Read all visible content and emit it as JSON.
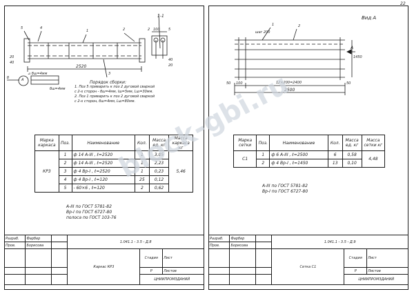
{
  "page_number": "22",
  "left": {
    "drawing": {
      "section_label": "1-1",
      "callouts": [
        "5",
        "4",
        "1",
        "2",
        "2",
        "3",
        "5"
      ],
      "dim_left_a": "20",
      "dim_left_b": "40",
      "dim_total": "2520",
      "dim_right_a": "40",
      "dim_right_b": "20",
      "dim_section": "100",
      "weld_label": "⊿ бш=4мм",
      "detail_letter": "А",
      "detail_lbl": "б",
      "detail_dim": "бш=4мм"
    },
    "assembly_notes": {
      "title": "Порядок сборки:",
      "lines": [
        "1. Поз 5 приварить к поз 2 дуговой сваркой",
        "с 2-х сторон - бш=4мм, lш=5мм, Lш=30мм.",
        "2. Поз 1 приварить к поз 2 дуговой сваркой",
        "с 2-х сторон, бш=4мм, Lш=80мм."
      ]
    },
    "spec": {
      "headers": [
        "Марка каркаса",
        "Поз.",
        "Наименование",
        "Кол.",
        "Масса ед. кг",
        "Масса каркаса кг"
      ],
      "mark": "КР3",
      "total_mass": "5,46",
      "rows": [
        {
          "pos": "1",
          "name": "ф 14 А-III , ℓ=2520",
          "qty": "1",
          "mass": "3,05"
        },
        {
          "pos": "2",
          "name": "ф 14 А-III , ℓ=2520",
          "qty": "1",
          "mass": "2,23"
        },
        {
          "pos": "3",
          "name": "ф 4 Вр-I , ℓ=2520",
          "qty": "1",
          "mass": "0,23"
        },
        {
          "pos": "4",
          "name": "ф 4 Вр-I , ℓ=120",
          "qty": "25",
          "mass": "0,12"
        },
        {
          "pos": "5",
          "name": "- 60×6 , ℓ=120",
          "qty": "2",
          "mass": "0,62"
        }
      ]
    },
    "standards": [
      "А-III по ГОСТ 5781-82",
      "Вр-I по ГОСТ 6727-80",
      "полоса по ГОСТ 103-76"
    ],
    "title_block": {
      "roles": [
        "Разраб.",
        "Пров."
      ],
      "names": [
        "Фарбер",
        "Борисова"
      ],
      "code": "1.041.1 - 3.5 - Д.8",
      "item_name": "Каркас КР3",
      "stage_hdr": [
        "Стадия",
        "Лист",
        "Листов"
      ],
      "stage": "Р",
      "org": "ЦНИИПРОМЗДАНИЙ"
    }
  },
  "right": {
    "drawing": {
      "view_label": "Вид А",
      "callouts": [
        "1",
        "2"
      ],
      "step_label": "шаг 200",
      "arrow_label": "А",
      "dim_height": "1450",
      "dim_left": "50",
      "dim_pitch": "100",
      "dim_mid": "12×200=2400",
      "dim_right": "50",
      "dim_total": "2500"
    },
    "spec": {
      "headers": [
        "Марка сетки",
        "Поз.",
        "Наименование",
        "Кол.",
        "Масса ед. кг",
        "Масса сетки кг"
      ],
      "mark": "С1",
      "total_mass": "4,48",
      "rows": [
        {
          "pos": "1",
          "name": "ф 6 А-III , ℓ=2500",
          "qty": "6",
          "mass": "0,58"
        },
        {
          "pos": "2",
          "name": "ф 4 Вр-I , ℓ=1450",
          "qty": "13",
          "mass": "0,10"
        }
      ]
    },
    "standards": [
      "А-III по ГОСТ 5781-82",
      "Вр-I по ГОСТ 6727-80"
    ],
    "title_block": {
      "roles": [
        "Разраб.",
        "Пров."
      ],
      "names": [
        "Фарбер",
        "Борисова"
      ],
      "code": "1.041.1 - 3.5 - Д.9",
      "item_name": "Сетка С1",
      "stage_hdr": [
        "Стадия",
        "Лист",
        "Листов"
      ],
      "stage": "Р",
      "org": "ЦНИИПРОМЗДАНИЙ"
    }
  },
  "watermark": "block-gbi.ru"
}
